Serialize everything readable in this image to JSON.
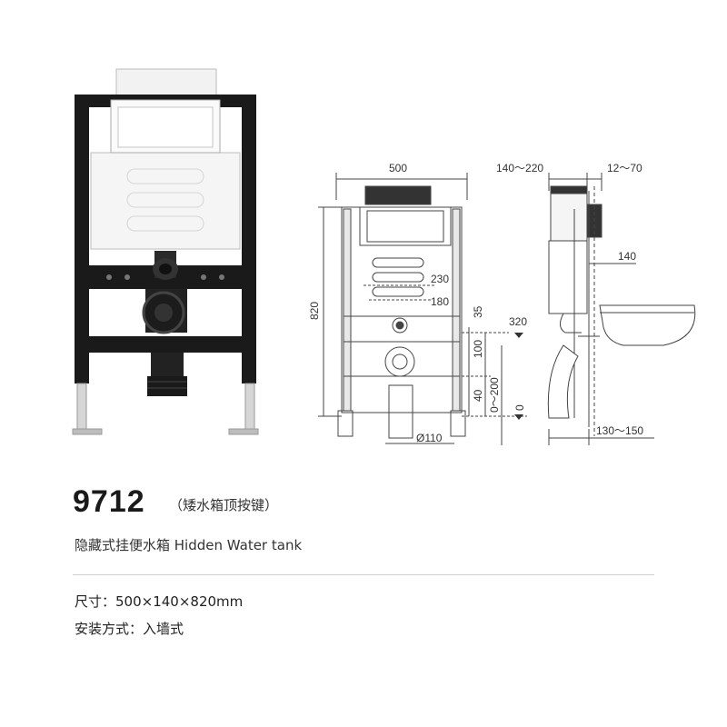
{
  "product": {
    "model": "9712",
    "subtitle": "（矮水箱顶按键）",
    "name": "隐藏式挂便水箱 Hidden Water tank",
    "specs": [
      {
        "label": "尺寸：",
        "value": "500×140×820mm"
      },
      {
        "label": "安装方式：",
        "value": "入墙式"
      }
    ]
  },
  "drawing": {
    "dimensions": {
      "width_500": "500",
      "depth_range": "140～220",
      "wall_range": "12～70",
      "height_820": "820",
      "d230": "230",
      "d180": "180",
      "d35": "35",
      "d320": "320",
      "d100": "100",
      "d40": "40",
      "range_0_200": "0～200",
      "zero": "0",
      "pipe_110": "Ø110",
      "d140": "140",
      "range_130_150": "130～150"
    }
  },
  "colors": {
    "frame": "#1a1a1a",
    "tank": "#f4f4f4",
    "line": "#444444",
    "rule": "#cfcfcf"
  }
}
